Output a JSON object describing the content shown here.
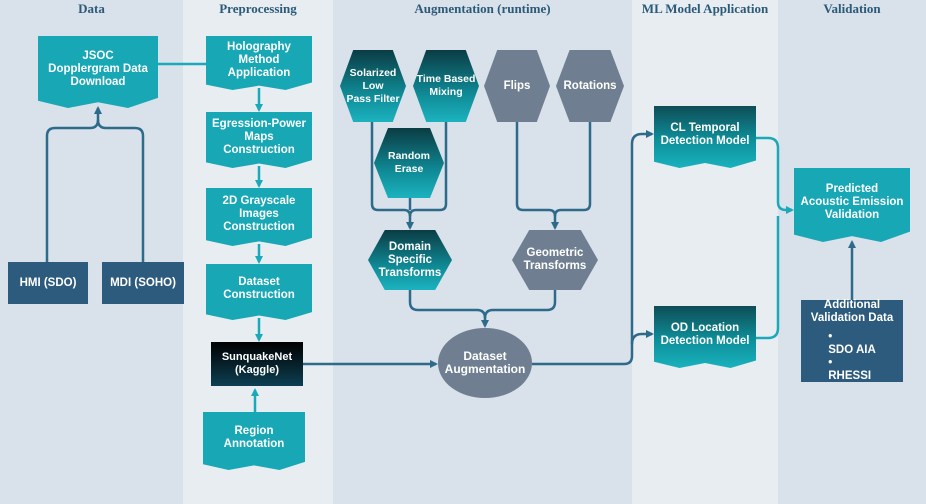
{
  "columns": {
    "data": "Data",
    "preprocessing": "Preprocessing",
    "augmentation": "Augmentation (runtime)",
    "ml": "ML Model Application",
    "validation": "Validation"
  },
  "nodes": {
    "jsoc": "JSOC\nDopplergram Data\nDownload",
    "hmi": "HMI (SDO)",
    "mdi": "MDI (SOHO)",
    "holography": "Holography\nMethod\nApplication",
    "egression": "Egression-Power\nMaps\nConstruction",
    "grayscale": "2D Grayscale\nImages\nConstruction",
    "dataset_construction": "Dataset\nConstruction",
    "sunquakenet": "SunquakeNet\n(Kaggle)",
    "region_annotation": "Region\nAnnotation",
    "solarized": "Solarized\nLow\nPass Filter",
    "time_mixing": "Time Based\nMixing",
    "flips": "Flips",
    "rotations": "Rotations",
    "random_erase": "Random\nErase",
    "domain_transforms": "Domain\nSpecific\nTransforms",
    "geometric_transforms": "Geometric\nTransforms",
    "dataset_augmentation": "Dataset\nAugmentation",
    "cl_model": "CL Temporal\nDetection Model",
    "od_model": "OD Location\nDetection Model",
    "predicted": "Predicted\nAcoustic Emission\nValidation",
    "additional_title": "Additional\nValidation Data",
    "additional_items": [
      "SDO AIA",
      "RHESSI"
    ]
  },
  "colors": {
    "teal": "#17a7b5",
    "navy": "#2d5b7d",
    "gray": "#6f7f91",
    "edge": "#2e6a8a",
    "edge_teal": "#1aa9b8"
  }
}
